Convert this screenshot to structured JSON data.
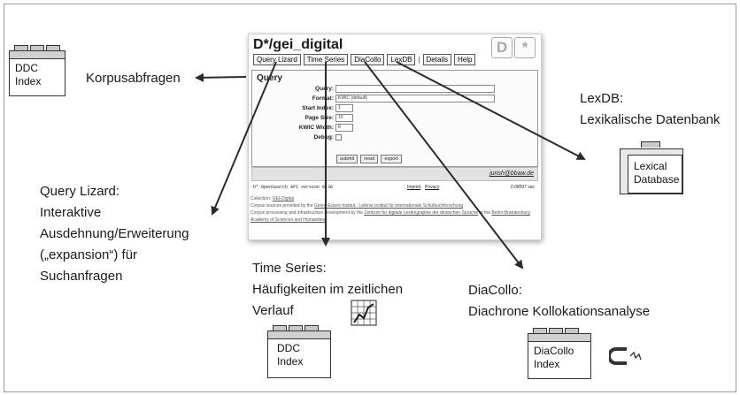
{
  "app": {
    "title": "D*/gei_digital",
    "nav": [
      "Query Lizard",
      "Time Series",
      "DiaCollo",
      "LexDB",
      "Details",
      "Help"
    ],
    "nav_separator": "|",
    "logo_letter": "D",
    "logo_symbol": "*",
    "panel_title": "Query",
    "form": {
      "query_label": "Query:",
      "query_value": "",
      "format_label": "Format:",
      "format_value": "KWIC (default)",
      "start_label": "Start Index:",
      "start_value": "1",
      "pagesize_label": "Page Size:",
      "pagesize_value": "10",
      "kwic_label": "KWIC Width:",
      "kwic_value": "8",
      "debug_label": "Debug:",
      "submit": "submit",
      "reset": "reset",
      "export": "export"
    },
    "email": "jurish@bbaw.de",
    "status": {
      "version": "D* OpenSearch API version 0.38",
      "imprint": "Imprint",
      "privacy": "Privacy",
      "time": "0.08597 sec"
    },
    "footer": {
      "collection_prefix": "Collection:",
      "collection": "GEI-Digital",
      "sources_prefix": "Corpus sources provided by the",
      "sources_link": "Georg-Eckert-Institut - Leibniz-Institut für internationale Schulbuchforschung",
      "processing_prefix": "Corpus processing and infrastructure development by the",
      "processing_link": "Zentrum für digitale Lexikographie der deutschen Sprache",
      "at": "at the",
      "academy": "Berlin-Brandenburg Academy of Sciences and Humanities"
    }
  },
  "annotations": {
    "korpus": "Korpusabfragen",
    "lexdb_1": "LexDB:",
    "lexdb_2": "Lexikalische Datenbank",
    "lizard_1": "Query Lizard:",
    "lizard_2": "Interaktive",
    "lizard_3": "Ausdehnung/Erweiterung",
    "lizard_4": "(„expansion“) für",
    "lizard_5": "Suchanfragen",
    "timeseries_1": "Time Series:",
    "timeseries_2": "Häufigkeiten im zeitlichen",
    "timeseries_3": "Verlauf",
    "diacollo_1": "DiaCollo:",
    "diacollo_2": "Diachrone Kollokationsanalyse"
  },
  "databases": {
    "ddc_top_1": "DDC",
    "ddc_top_2": "Index",
    "lexical_1": "Lexical",
    "lexical_2": "Database",
    "ddc_bottom_1": "DDC",
    "ddc_bottom_2": "Index",
    "diacollo_1": "DiaCollo",
    "diacollo_2": "Index"
  },
  "colors": {
    "arrow": "#2b2b2b",
    "border": "#9a9a9a"
  },
  "icons": [
    "chart-icon",
    "magnet-icon",
    "table-icon"
  ]
}
